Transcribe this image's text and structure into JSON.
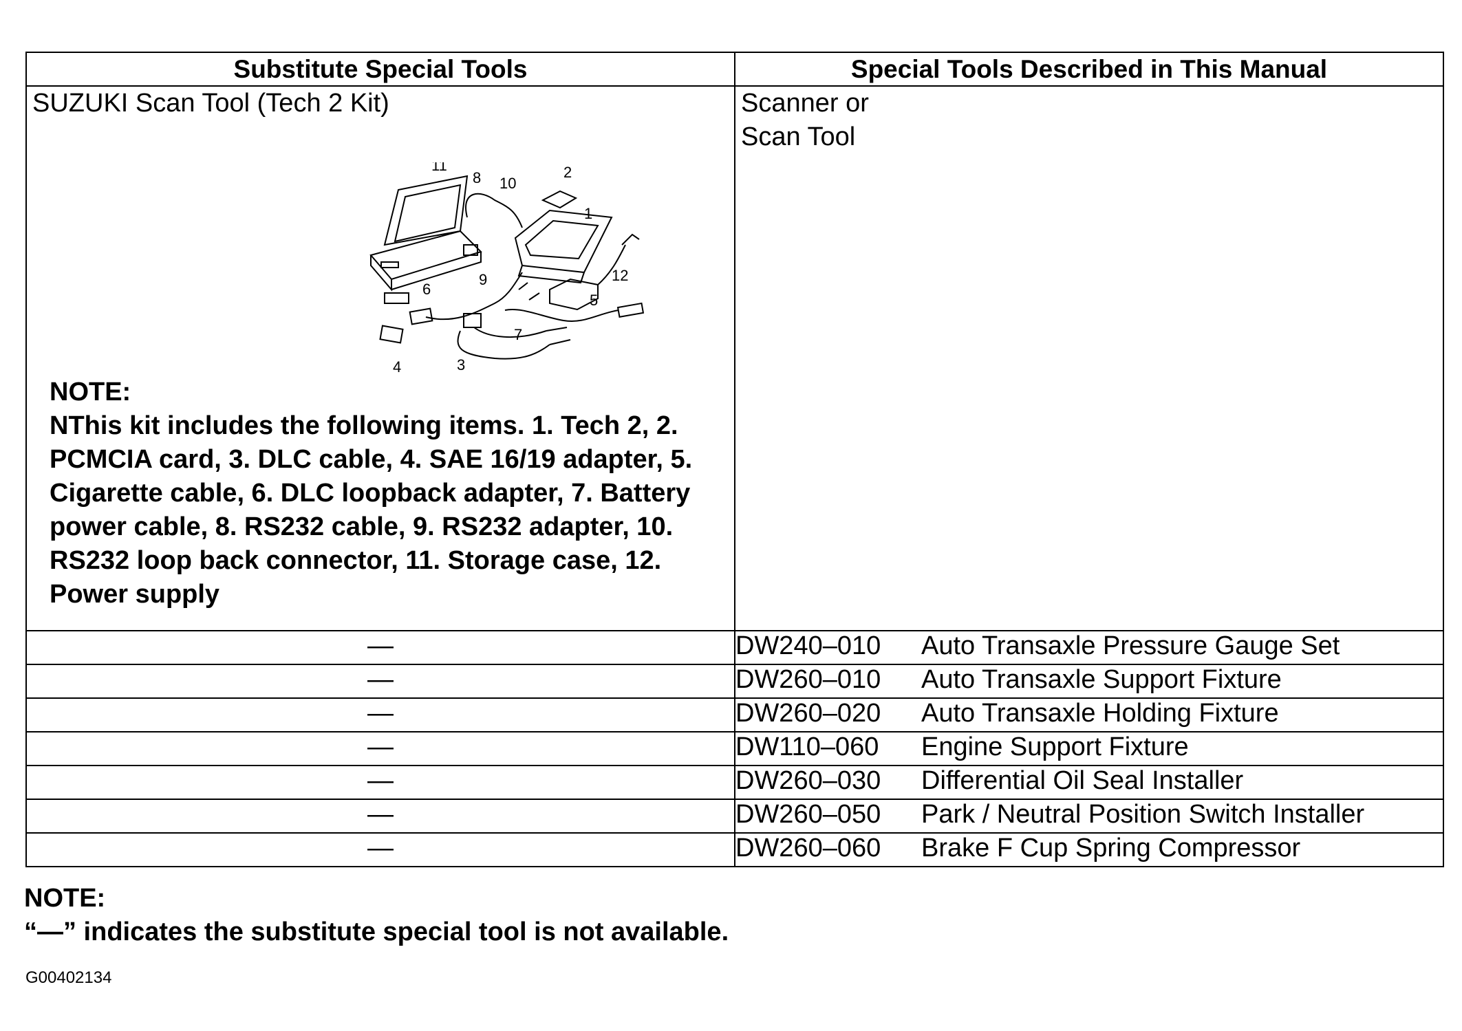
{
  "table": {
    "headers": [
      "Substitute Special Tools",
      "Special Tools Described in This Manual"
    ],
    "kit": {
      "name": "SUZUKI Scan Tool (Tech 2 Kit)",
      "callouts": [
        "11",
        "8",
        "10",
        "2",
        "1",
        "12",
        "6",
        "9",
        "5",
        "7",
        "4",
        "3"
      ],
      "note_label": "NOTE:",
      "note_text": "NThis kit includes the following items. 1. Tech 2, 2. PCMCIA card, 3. DLC cable, 4. SAE 16/19 adapter, 5. Cigarette cable, 6. DLC loopback adapter, 7. Battery power cable, 8. RS232 cable, 9. RS232 adapter, 10. RS232 loop back connector, 11. Storage case, 12. Power supply"
    },
    "scanner_label": "Scanner or Scan Tool",
    "rows": [
      {
        "substitute": "—",
        "number": "DW240–010",
        "description": "Auto Transaxle Pressure Gauge Set"
      },
      {
        "substitute": "—",
        "number": "DW260–010",
        "description": "Auto Transaxle Support Fixture"
      },
      {
        "substitute": "—",
        "number": "DW260–020",
        "description": "Auto Transaxle Holding Fixture"
      },
      {
        "substitute": "—",
        "number": "DW110–060",
        "description": "Engine Support Fixture"
      },
      {
        "substitute": "—",
        "number": "DW260–030",
        "description": "Differential Oil Seal Installer"
      },
      {
        "substitute": "—",
        "number": "DW260–050",
        "description": "Park / Neutral Position Switch Installer"
      },
      {
        "substitute": "—",
        "number": "DW260–060",
        "description": "Brake F Cup Spring Compressor"
      }
    ]
  },
  "footnote": {
    "label": "NOTE:",
    "text": "“—” indicates the substitute special tool is not available."
  },
  "figure_id": "G00402134"
}
